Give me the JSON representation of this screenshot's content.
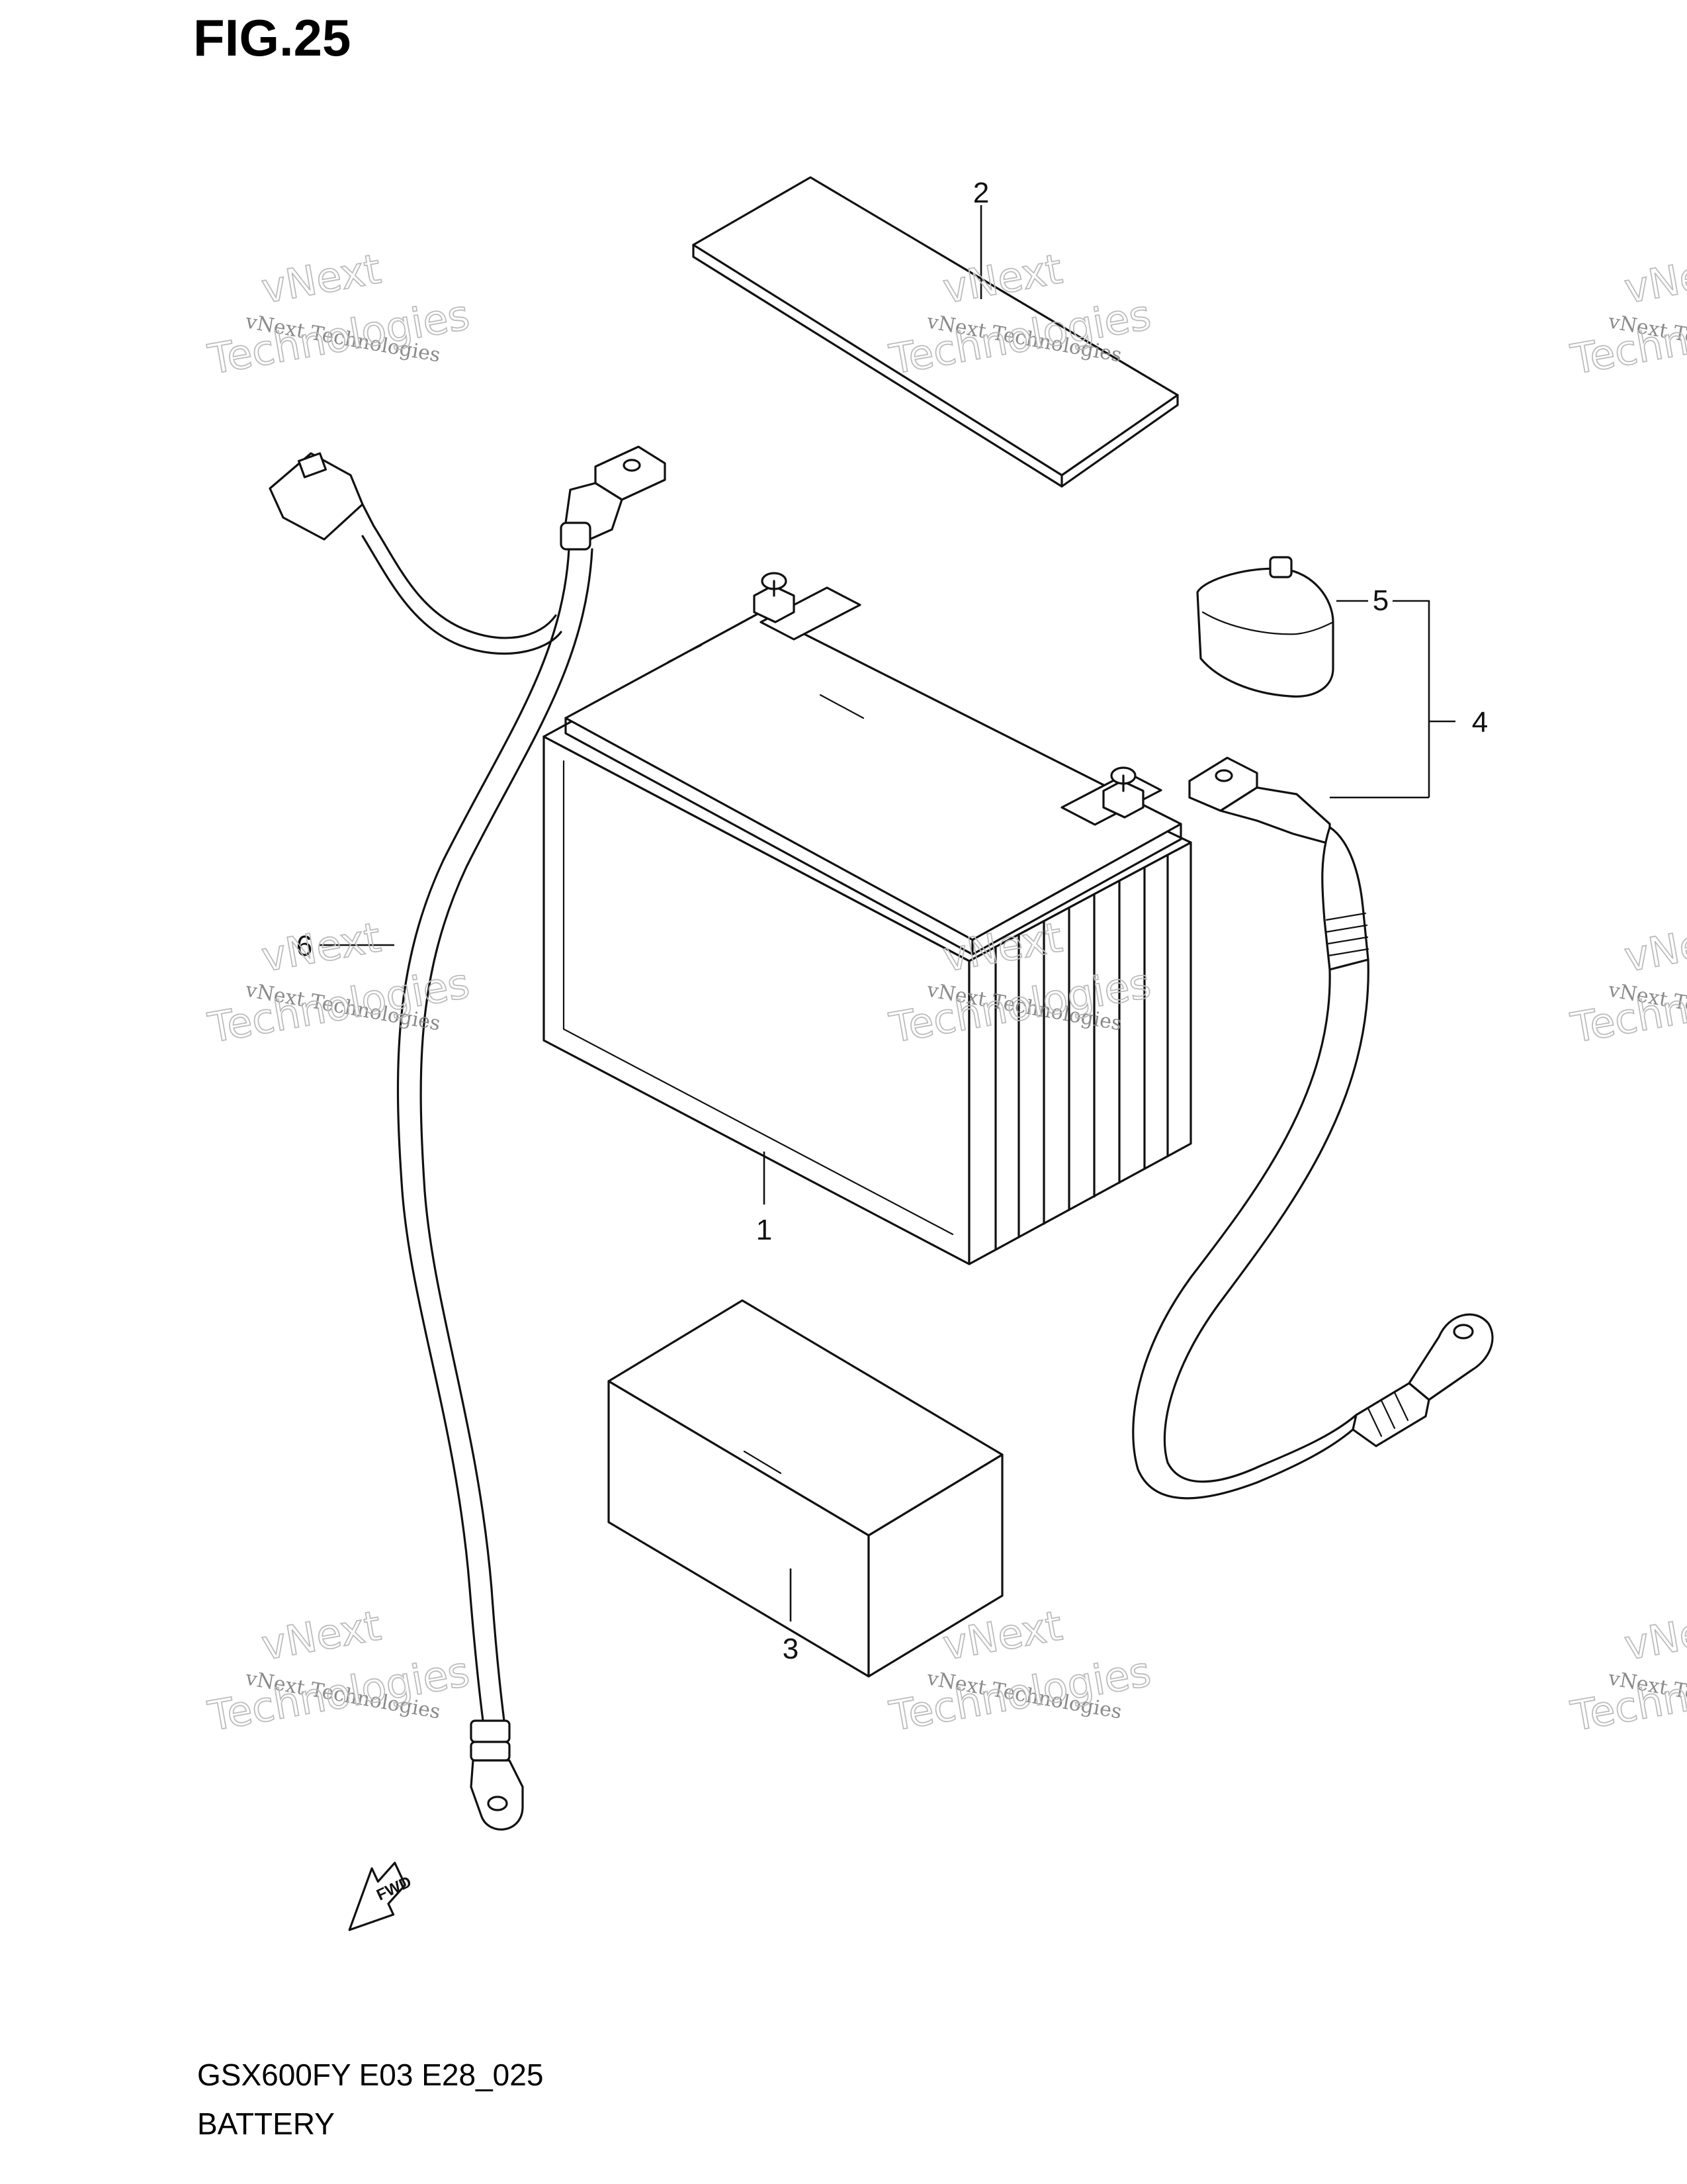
{
  "figure": {
    "title": "FIG.25"
  },
  "footer": {
    "model_code": "GSX600FY E03 E28_025",
    "section_name": "BATTERY"
  },
  "callouts": [
    "1",
    "2",
    "3",
    "4",
    "5",
    "6"
  ],
  "fwd_label": "FWD",
  "watermark": {
    "line1": "vNext Technologies",
    "line2": "vNext",
    "line3": "Technologies"
  }
}
